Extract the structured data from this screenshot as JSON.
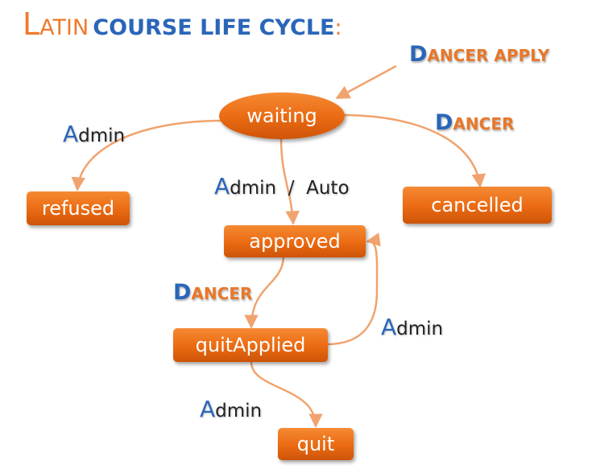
{
  "title": {
    "word1": "Latin",
    "word2": "Course Life Cycle",
    "suffix": ":"
  },
  "states": {
    "waiting": "waiting",
    "refused": "refused",
    "cancelled": "cancelled",
    "approved": "approved",
    "quitApplied": "quitApplied",
    "quit": "quit"
  },
  "transitions": {
    "dancer_apply": "Dancer Apply",
    "admin_refuse": "Admin",
    "admin_auto": "Admin  /  Auto",
    "dancer_cancel": "Dancer",
    "dancer_quit_apply": "Dancer",
    "admin_reapprove": "Admin",
    "admin_quit": "Admin"
  },
  "colors": {
    "state_fill": "#ea6a12",
    "arrow": "#f0a36e",
    "accent_blue": "#2a66b8",
    "accent_orange": "#ef7a2c"
  }
}
